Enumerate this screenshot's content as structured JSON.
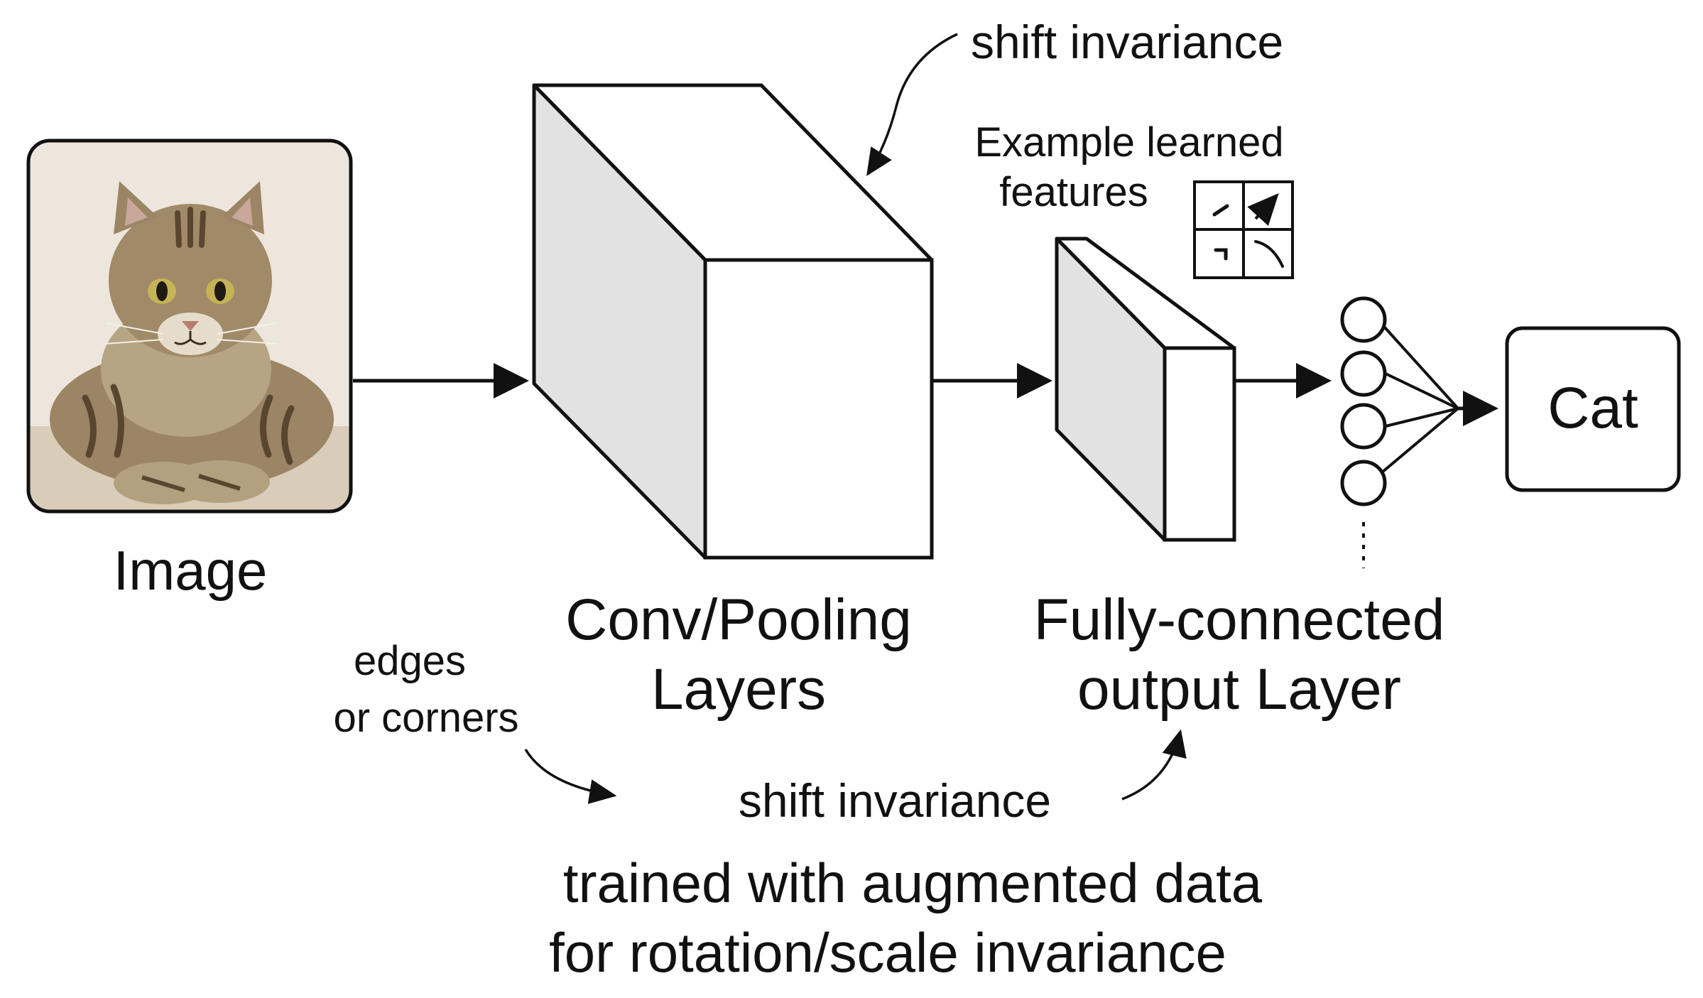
{
  "labels": {
    "image": "Image",
    "conv_line1": "Conv/Pooling",
    "conv_line2": "Layers",
    "fc_line1": "Fully-connected",
    "fc_line2": "output Layer",
    "output_class": "Cat",
    "shift_top": "shift invariance",
    "features_line1": "Example learned",
    "features_line2": "features",
    "edges_line1": "edges",
    "edges_line2": "or corners",
    "shift_bottom": "shift invariance",
    "trained_line1": "trained with augmented data",
    "trained_line2": "for rotation/scale invariance"
  },
  "icons": {
    "input_image": "cat-photo-icon",
    "feature_grid": "feature-grid-icon",
    "neurons": "neuron-icon"
  },
  "colors": {
    "stroke": "#111111",
    "face_shade": "#e2e2e2",
    "photo_bg": "#ece6dc",
    "cat_fur": "#9b8565",
    "cat_stripes": "#5a4630"
  }
}
